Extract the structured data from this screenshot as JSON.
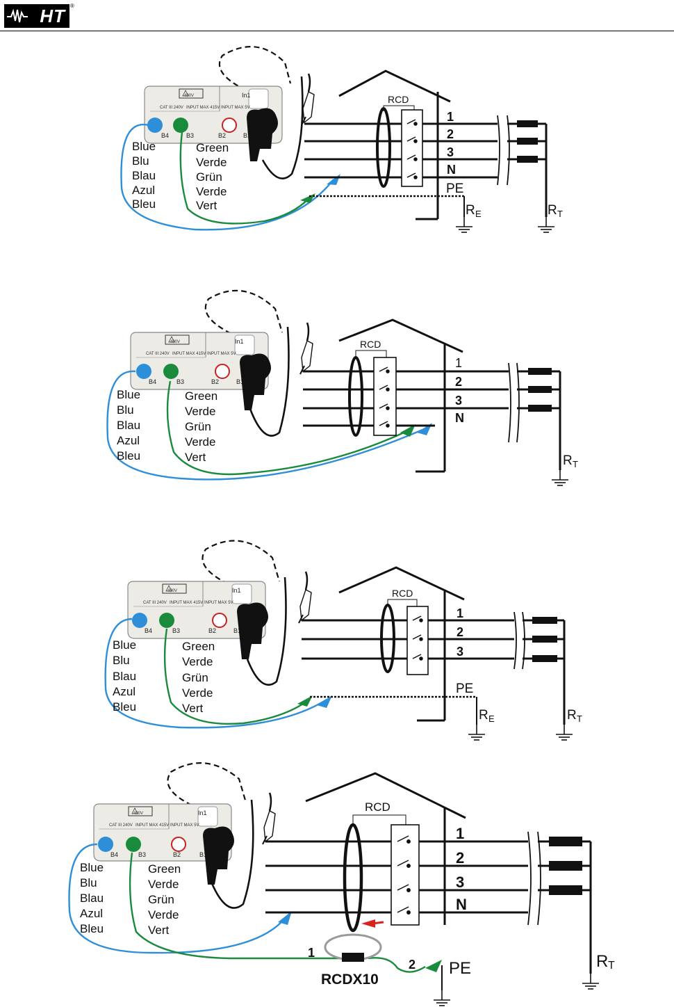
{
  "header": {
    "logo_text": "HT",
    "logo_mark": "®",
    "logo_icon": "ht-wave-logo-icon"
  },
  "instrument": {
    "voltage_badge": "400V",
    "cat_text": "CAT III 240V",
    "input_max_text": "INPUT MAX 415V",
    "in1_label": "In1",
    "input_5v_text": "INPUT MAX 5V",
    "terminals": [
      "B4",
      "B3",
      "B2",
      "B1"
    ]
  },
  "lead_labels": {
    "blue": [
      "Blue",
      "Blu",
      "Blau",
      "Azul",
      "Bleu"
    ],
    "green": [
      "Green",
      "Verde",
      "Grün",
      "Verde",
      "Vert"
    ]
  },
  "colors": {
    "blue_lead": "#2e8fd8",
    "green_lead": "#1a8a3c",
    "red_terminal": "#cc1f1f",
    "red_arrow": "#d8231f",
    "rcdx10_ring": "#9a9a9a"
  },
  "diagrams": [
    {
      "rcd_label": "RCD",
      "lines": [
        "1",
        "2",
        "3",
        "N"
      ],
      "pe_label": "PE",
      "re_label": "R",
      "re_sub": "E",
      "rt_label": "R",
      "rt_sub": "T"
    },
    {
      "rcd_label": "RCD",
      "lines": [
        "1",
        "2",
        "3",
        "N"
      ],
      "rt_label": "R",
      "rt_sub": "T"
    },
    {
      "rcd_label": "RCD",
      "lines": [
        "1",
        "2",
        "3"
      ],
      "pe_label": "PE",
      "re_label": "R",
      "re_sub": "E",
      "rt_label": "R",
      "rt_sub": "T"
    },
    {
      "rcd_label": "RCD",
      "lines": [
        "1",
        "2",
        "3",
        "N"
      ],
      "pe_label": "PE",
      "rt_label": "R",
      "rt_sub": "T",
      "rcdx10_label": "RCDX10",
      "rcdx10_terminals": [
        "1",
        "2"
      ]
    }
  ]
}
